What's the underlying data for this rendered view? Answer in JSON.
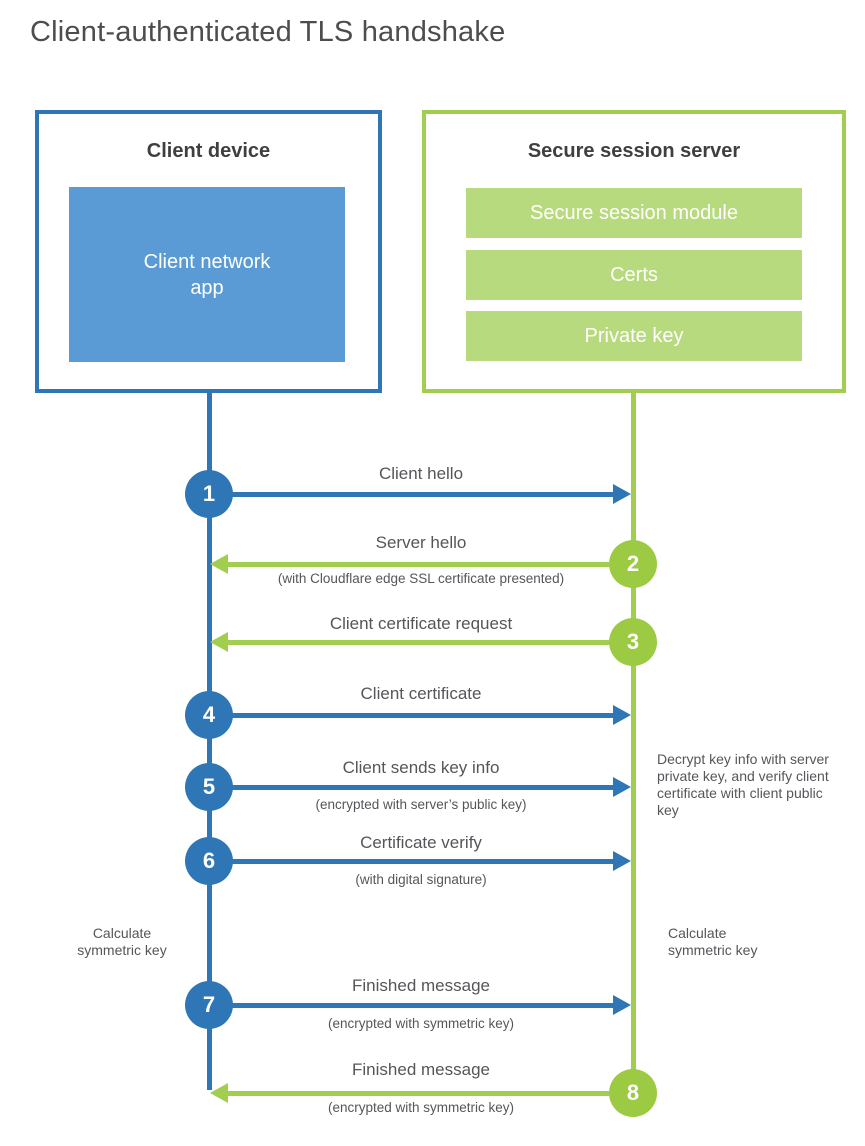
{
  "title": "Client-authenticated TLS handshake",
  "colors": {
    "blue_line": "#2e76b5",
    "blue_fill": "#5b9bd5",
    "green_line": "#a2ce4f",
    "green_circle": "#9cca42",
    "green_fill": "#b8da7e",
    "label_text": "#55565a",
    "heading_text": "#3f3f3f"
  },
  "client_box": {
    "title": "Client device",
    "inner_label": "Client network app"
  },
  "server_box": {
    "title": "Secure session server",
    "modules": [
      {
        "label": "Secure session module"
      },
      {
        "label": "Certs"
      },
      {
        "label": "Private key"
      }
    ]
  },
  "steps": [
    {
      "num": "1",
      "direction": "client-to-server",
      "label": "Client hello",
      "sub": ""
    },
    {
      "num": "2",
      "direction": "server-to-client",
      "label": "Server hello",
      "sub": "(with Cloudflare edge SSL certificate presented)"
    },
    {
      "num": "3",
      "direction": "server-to-client",
      "label": "Client certificate request",
      "sub": ""
    },
    {
      "num": "4",
      "direction": "client-to-server",
      "label": "Client certificate",
      "sub": ""
    },
    {
      "num": "5",
      "direction": "client-to-server",
      "label": "Client sends key info",
      "sub": "(encrypted with server’s public key)"
    },
    {
      "num": "6",
      "direction": "client-to-server",
      "label": "Certificate verify",
      "sub": "(with digital signature)"
    },
    {
      "num": "7",
      "direction": "client-to-server",
      "label": "Finished message",
      "sub": "(encrypted with symmetric key)"
    },
    {
      "num": "8",
      "direction": "server-to-client",
      "label": "Finished message",
      "sub": "(encrypted with symmetric key)"
    }
  ],
  "annotations": {
    "decrypt_note": "Decrypt key info with server private key, and verify client certificate with client public key",
    "calc_left": "Calculate symmetric key",
    "calc_right": "Calculate symmetric key"
  }
}
